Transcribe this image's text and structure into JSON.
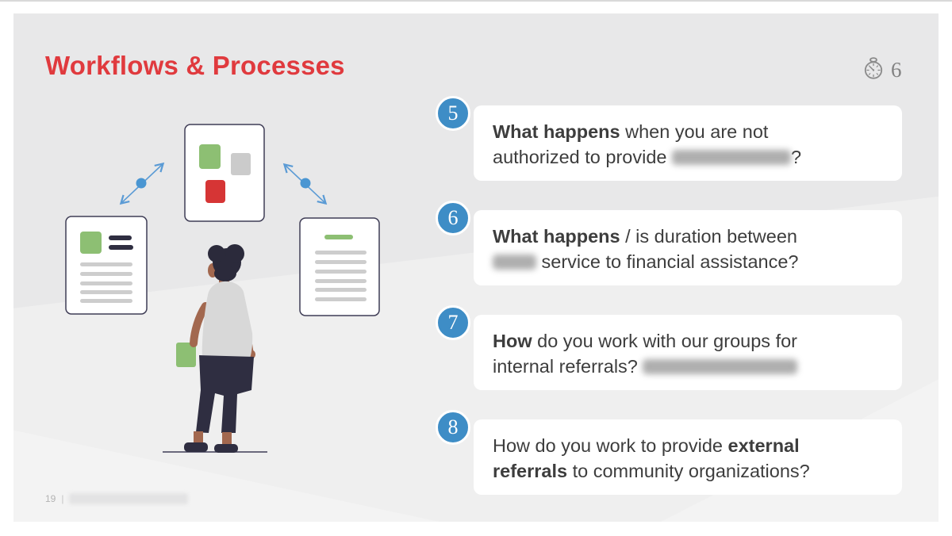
{
  "slide": {
    "title": "Workflows & Processes",
    "timer": {
      "icon": "stopwatch-icon",
      "value": "6"
    },
    "footer": {
      "page_number": "19",
      "divider": "|",
      "watermark_redacted": true
    }
  },
  "questions": [
    {
      "number": "5",
      "segments": [
        {
          "text": "What happens",
          "bold": true
        },
        {
          "text": " when you are not",
          "bold": false
        },
        {
          "br": true
        },
        {
          "text": "authorized to provide ",
          "bold": false
        },
        {
          "redacted": true,
          "width": 150
        },
        {
          "text": "?",
          "bold": false
        }
      ]
    },
    {
      "number": "6",
      "segments": [
        {
          "text": "What happens",
          "bold": true
        },
        {
          "text": " / is duration between",
          "bold": false
        },
        {
          "br": true
        },
        {
          "redacted": true,
          "width": 55
        },
        {
          "text": " service to financial assistance?",
          "bold": false
        }
      ]
    },
    {
      "number": "7",
      "segments": [
        {
          "text": "How",
          "bold": true
        },
        {
          "text": " do you work with our groups for",
          "bold": false
        },
        {
          "br": true
        },
        {
          "text": "internal referrals? ",
          "bold": false
        },
        {
          "redacted": true,
          "width": 195
        }
      ]
    },
    {
      "number": "8",
      "segments": [
        {
          "text": "How do you work to provide ",
          "bold": false
        },
        {
          "text": "external",
          "bold": true
        },
        {
          "br": true
        },
        {
          "text": "referrals",
          "bold": true
        },
        {
          "text": " to community organizations?",
          "bold": false
        }
      ]
    }
  ],
  "illustration": {
    "description": "person seen from behind holding a green card, looking at a kanban board card linked to two document cards by double-headed arrows",
    "elements": [
      "kanban-board-card",
      "document-card-left",
      "document-card-right",
      "sync-arrow-left",
      "sync-arrow-right",
      "person-figure",
      "ground-line"
    ]
  },
  "colors": {
    "title_red": "#e03a3e",
    "badge_blue": "#3e8dc6",
    "slide_bg": "#e8e8e9",
    "card_white": "#ffffff",
    "text_dark": "#3d3d3d",
    "ill_green": "#8dbf73",
    "ill_red": "#d63535",
    "ill_navy": "#3f3d56",
    "arrow_blue": "#5b9bd5",
    "timer_gray": "#828282"
  }
}
